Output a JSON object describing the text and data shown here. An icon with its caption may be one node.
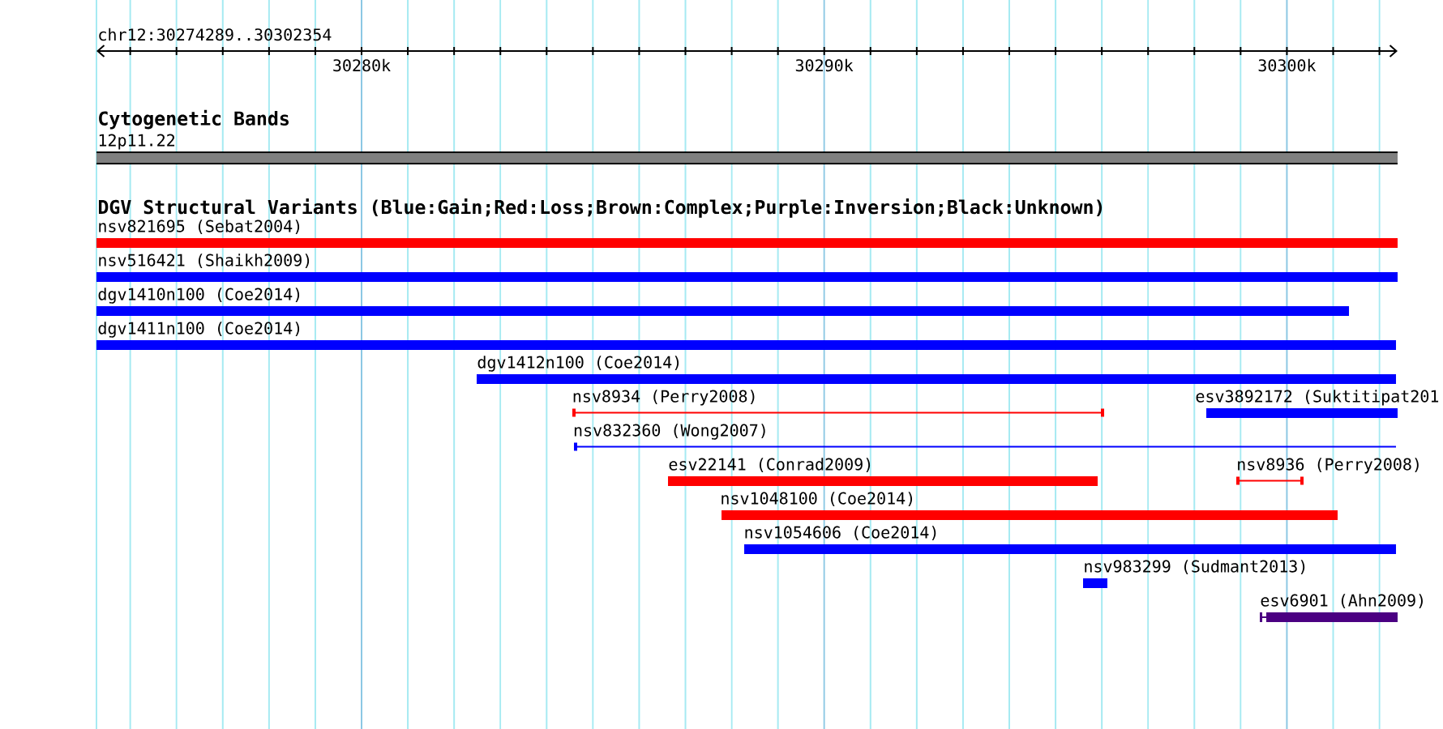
{
  "diagram": {
    "nodes": [
      {
        "text": [
          "12p11.22"
        ]
      },
      {
        "text": [
          "nsv821695 (Sebat2004)"
        ]
      },
      {
        "text": [
          "nsv516421 (Shaikh2009)"
        ]
      },
      {
        "text": [
          "dgv1410n100 (Coe2014)"
        ]
      },
      {
        "text": [
          "dgv1411n100 (Coe2014)"
        ]
      },
      {
        "text": [
          "dgv1412n100 (Coe2014)"
        ]
      },
      {
        "text": [
          "nsv8934 (Perry2008)"
        ]
      },
      {
        "text": [
          "esv3892172 (Suktitipat201"
        ]
      },
      {
        "text": [
          "nsv832360 (Wong2007)"
        ]
      },
      {
        "text": [
          "esv22141 (Conrad2009)"
        ]
      },
      {
        "text": [
          "nsv8936 (Perry2008)"
        ]
      },
      {
        "text": [
          "nsv1048100 (Coe2014)"
        ]
      },
      {
        "text": [
          "nsv1054606 (Coe2014)"
        ]
      },
      {
        "text": [
          "nsv983299 (Sudmant2013)"
        ]
      },
      {
        "text": [
          "esv6901 (Ahn2009)"
        ]
      }
    ],
    "labels": [
      "chr12:30274289..30302354",
      "30280k",
      "30290k",
      "30300k",
      "Cytogenetic Bands",
      "DGV Structural Variants (Blue:Gain;Red:Loss;Brown:Complex;Purple:Inversion;Black:Unknown)"
    ]
  }
}
